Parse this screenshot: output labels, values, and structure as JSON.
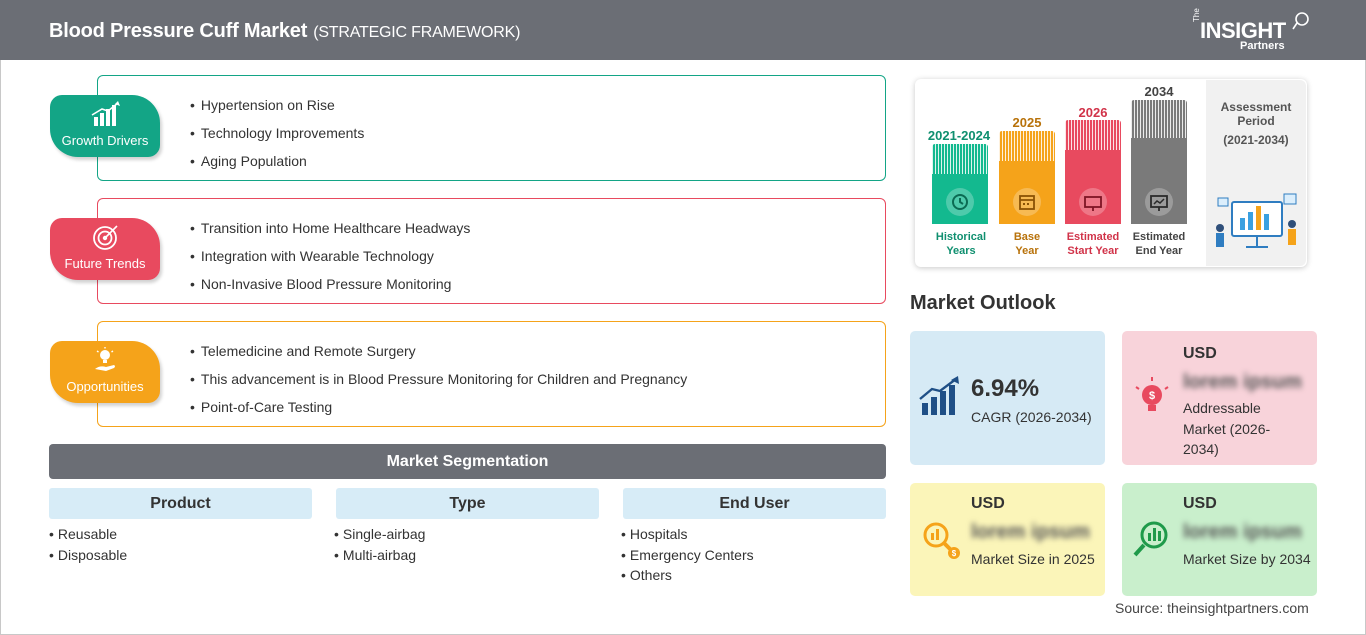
{
  "header": {
    "title": "Blood Pressure Cuff Market",
    "subtitle": "(STRATEGIC FRAMEWORK)",
    "logo_the": "The",
    "logo_insight": "INSIGHT",
    "logo_partners": "Partners"
  },
  "framework": [
    {
      "label": "Growth Drivers",
      "icon": "growth-chart-icon",
      "color": "#13a586",
      "items": [
        "Hypertension on Rise",
        "Technology Improvements",
        "Aging Population"
      ]
    },
    {
      "label": "Future Trends",
      "icon": "target-icon",
      "color": "#e84a5f",
      "items": [
        "Transition into Home Healthcare Headways",
        "Integration with Wearable Technology",
        "Non-Invasive Blood Pressure Monitoring"
      ]
    },
    {
      "label": "Opportunities",
      "icon": "lightbulb-hand-icon",
      "color": "#f5a31a",
      "items": [
        "Telemedicine and Remote Surgery",
        "This advancement is in Blood Pressure Monitoring for Children and Pregnancy",
        "Point-of-Care Testing"
      ]
    }
  ],
  "segmentation": {
    "title": "Market Segmentation",
    "columns": [
      {
        "header": "Product",
        "items": [
          "Reusable",
          "Disposable"
        ]
      },
      {
        "header": "Type",
        "items": [
          "Single-airbag",
          "Multi-airbag"
        ]
      },
      {
        "header": "End User",
        "items": [
          "Hospitals",
          "Emergency Centers",
          "Others"
        ]
      }
    ]
  },
  "timeline": {
    "columns": [
      {
        "year": "2021-2024",
        "label_line1": "Historical",
        "label_line2": "Years",
        "color": "#13b98f",
        "text_color": "#0f8f6f",
        "icon": "history-icon"
      },
      {
        "year": "2025",
        "label_line1": "Base",
        "label_line2": "Year",
        "color": "#f5a31a",
        "text_color": "#b8720a",
        "icon": "calendar-icon"
      },
      {
        "year": "2026",
        "label_line1": "Estimated",
        "label_line2": "Start Year",
        "color": "#e84a5f",
        "text_color": "#d13349",
        "icon": "presentation-icon"
      },
      {
        "year": "2034",
        "label_line1": "Estimated",
        "label_line2": "End Year",
        "color": "#7a7a7a",
        "text_color": "#444444",
        "icon": "monitor-chart-icon"
      }
    ],
    "assessment_title": "Assessment Period",
    "assessment_range": "(2021-2034)"
  },
  "outlook": {
    "title": "Market Outlook",
    "cagr_value": "6.94%",
    "cagr_label": "CAGR (2026-2034)",
    "addressable_usd": "USD",
    "addressable_value": "lorem ipsum",
    "addressable_label": "Addressable Market (2026-2034)",
    "size2025_usd": "USD",
    "size2025_value": "lorem ipsum",
    "size2025_label": "Market Size in 2025",
    "size2034_usd": "USD",
    "size2034_value": "lorem ipsum",
    "size2034_label": "Market Size by 2034",
    "colors": {
      "cagr": "#d6eaf5",
      "addressable": "#f8d3da",
      "size2025": "#fbf5b9",
      "size2034": "#c9efcc"
    }
  },
  "source": "Source: theinsightpartners.com"
}
